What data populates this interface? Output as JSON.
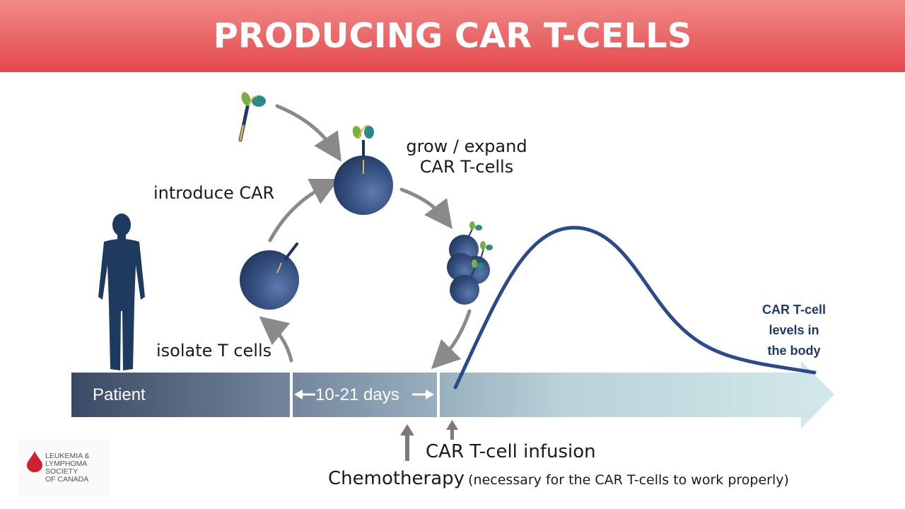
{
  "title": "PRODUCING CAR T-CELLS",
  "steps": {
    "isolate": "isolate T cells",
    "introduce": "introduce CAR",
    "grow_line1": "grow / expand",
    "grow_line2": "CAR T-cells"
  },
  "timeline": {
    "patient": "Patient",
    "duration": "10-21 days"
  },
  "curve_label": {
    "line1": "CAR T-cell",
    "line2": "levels in",
    "line3": "the body"
  },
  "infusion": "CAR T-cell infusion",
  "chemotherapy": {
    "main": "Chemotherapy",
    "note": "(necessary for the CAR T-cells to work properly)"
  },
  "logo": {
    "line1": "LEUKEMIA &",
    "line2": "LYMPHOMA",
    "line3": "SOCIETY",
    "line4": "OF CANADA"
  },
  "colors": {
    "header_top": "#f08a88",
    "header_bottom": "#e4484c",
    "cell_blue": "#2c4573",
    "curve_blue": "#2a4a8c",
    "timeline_dark": "#3b4c66",
    "timeline_light": "#cfe4e8",
    "arrow_gray": "#8a8a8a",
    "logo_red": "#d0212e"
  }
}
